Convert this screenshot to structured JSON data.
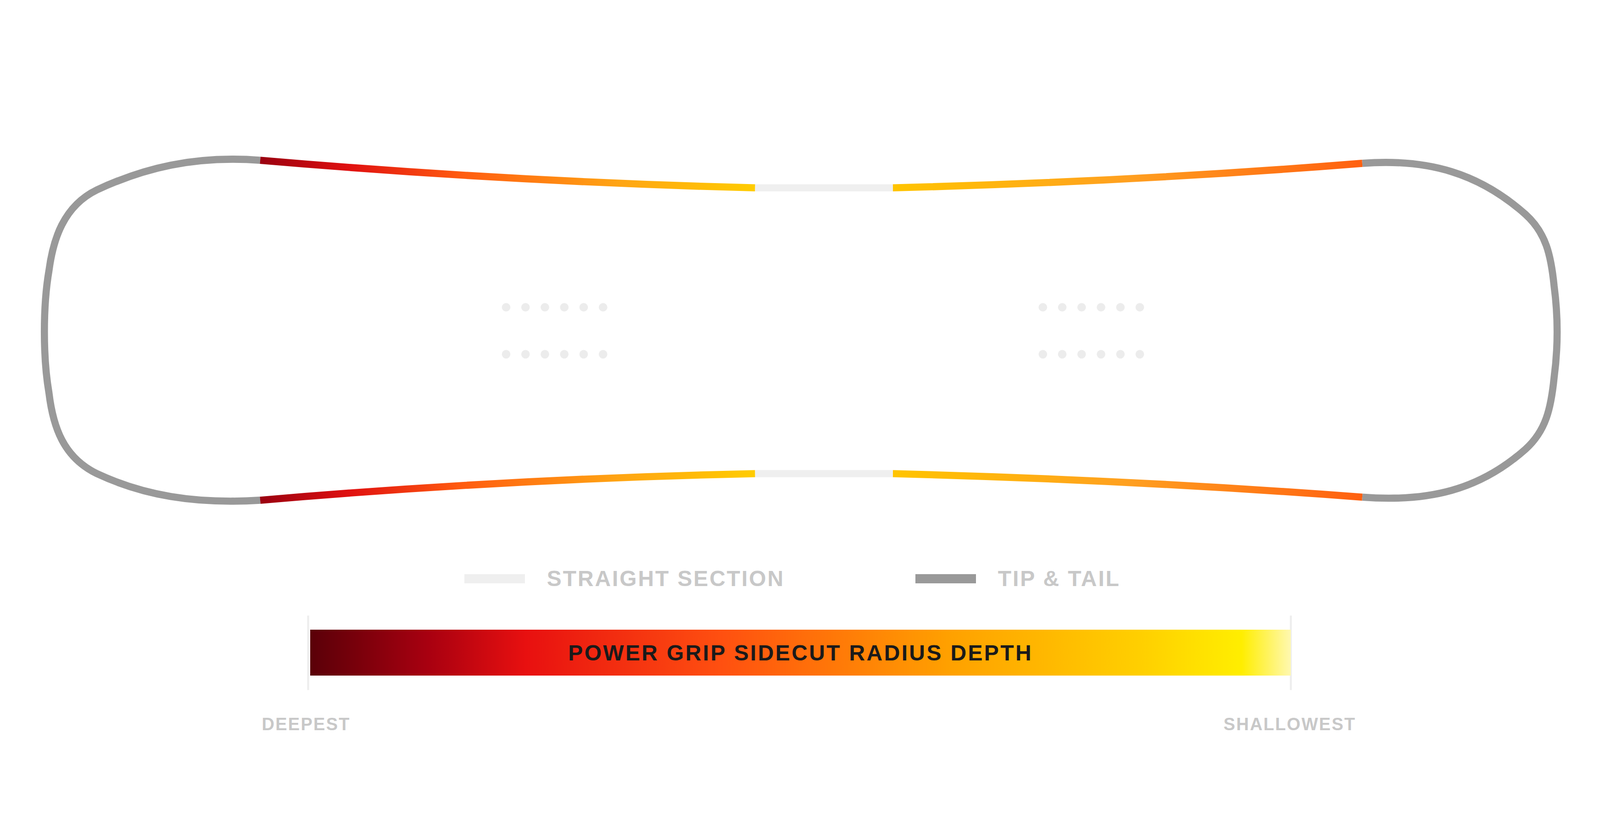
{
  "diagram": {
    "nodes": [
      {
        "text": [
          "POWER GRIP SIDECUT RADIUS DEPTH"
        ]
      }
    ],
    "labels": [
      "DEEPEST",
      "SHALLOWEST"
    ],
    "legend": [
      {
        "text": "STRAIGHT SECTION",
        "color": "#efefef"
      },
      {
        "text": "TIP & TAIL",
        "color": "#999999"
      }
    ]
  }
}
